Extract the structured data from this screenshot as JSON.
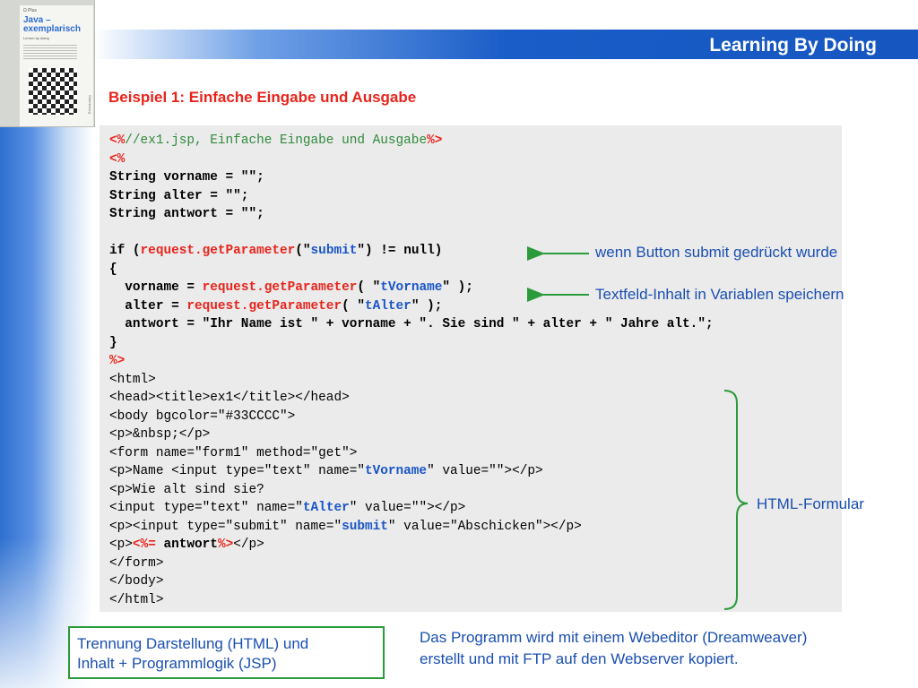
{
  "header": {
    "title": "Learning By Doing"
  },
  "book": {
    "series": "Ω Plus",
    "title": "Java –\nexemplarisch",
    "subtitle": "Lernen by doing",
    "publisher": "Oldenbourg"
  },
  "slide": {
    "heading": "Beispiel 1: Einfache Eingabe und Ausgabe"
  },
  "code": {
    "lines": [
      [
        [
          "<%",
          "red"
        ],
        [
          "//ex1.jsp, Einfache Eingabe und Ausgabe",
          "comment"
        ],
        [
          "%>",
          "red"
        ]
      ],
      [
        [
          "<%",
          "red"
        ]
      ],
      [
        [
          "String vorname = \"\";",
          "b"
        ]
      ],
      [
        [
          "String alter = \"\";",
          "b"
        ]
      ],
      [
        [
          "String antwort = \"\";",
          "b"
        ]
      ],
      [],
      [
        [
          "if (",
          "b"
        ],
        [
          "request.getParameter",
          "red"
        ],
        [
          "(\"",
          "b"
        ],
        [
          "submit",
          "blue"
        ],
        [
          "\") != null)",
          "b"
        ]
      ],
      [
        [
          "{",
          "b"
        ]
      ],
      [
        [
          "  vorname = ",
          "b"
        ],
        [
          "request.getParameter",
          "red"
        ],
        [
          "( \"",
          "b"
        ],
        [
          "tVorname",
          "blue"
        ],
        [
          "\" );",
          "b"
        ]
      ],
      [
        [
          "  alter = ",
          "b"
        ],
        [
          "request.getParameter",
          "red"
        ],
        [
          "( \"",
          "b"
        ],
        [
          "tAlter",
          "blue"
        ],
        [
          "\" );",
          "b"
        ]
      ],
      [
        [
          "  antwort = \"Ihr Name ist \" + vorname + \". Sie sind \" + alter + \" Jahre alt.\";",
          "b"
        ]
      ],
      [
        [
          "}",
          "b"
        ]
      ],
      [
        [
          "%>",
          "red"
        ]
      ],
      [
        [
          "<html>",
          ""
        ]
      ],
      [
        [
          "<head><title>ex1</title></head>",
          ""
        ]
      ],
      [
        [
          "<body bgcolor=\"#33CCCC\">",
          ""
        ]
      ],
      [
        [
          "<p>&nbsp;</p>",
          ""
        ]
      ],
      [
        [
          "<form name=\"form1\" method=\"get\">",
          ""
        ]
      ],
      [
        [
          "<p>Name <input type=\"text\" name=\"",
          ""
        ],
        [
          "tVorname",
          "blue"
        ],
        [
          "\" value=\"\"></p>",
          ""
        ]
      ],
      [
        [
          "<p>Wie alt sind sie?",
          ""
        ]
      ],
      [
        [
          "<input type=\"text\" name=\"",
          ""
        ],
        [
          "tAlter",
          "blue"
        ],
        [
          "\" value=\"\"></p>",
          ""
        ]
      ],
      [
        [
          "<p><input type=\"submit\" name=\"",
          ""
        ],
        [
          "submit",
          "blue"
        ],
        [
          "\" value=\"Abschicken\"></p>",
          ""
        ]
      ],
      [
        [
          "<p>",
          ""
        ],
        [
          "<%=",
          "red"
        ],
        [
          " antwort",
          "b"
        ],
        [
          "%>",
          "red"
        ],
        [
          "</p>",
          ""
        ]
      ],
      [
        [
          "</form>",
          ""
        ]
      ],
      [
        [
          "</body>",
          ""
        ]
      ],
      [
        [
          "</html>",
          ""
        ]
      ]
    ]
  },
  "annotations": {
    "submit_note": "wenn Button submit gedrückt wurde",
    "variables_note": "Textfeld-Inhalt in Variablen speichern",
    "html_form_note": "HTML-Formular"
  },
  "bottom": {
    "separation_box": [
      "Trennung Darstellung (HTML) und",
      "Inhalt + Programmlogik (JSP)"
    ],
    "editor_note": [
      "Das Programm wird mit einem Webeditor (Dreamweaver)",
      "erstellt und mit FTP auf den Webserver kopiert."
    ]
  },
  "colors": {
    "accent_red": "#e8241c",
    "keyword_blue": "#1a55c8",
    "comment_green": "#2f8a3a",
    "annotation_blue": "#1a4fb0",
    "arrow_green": "#2a9a3a",
    "header_blue": "#1656c0"
  }
}
